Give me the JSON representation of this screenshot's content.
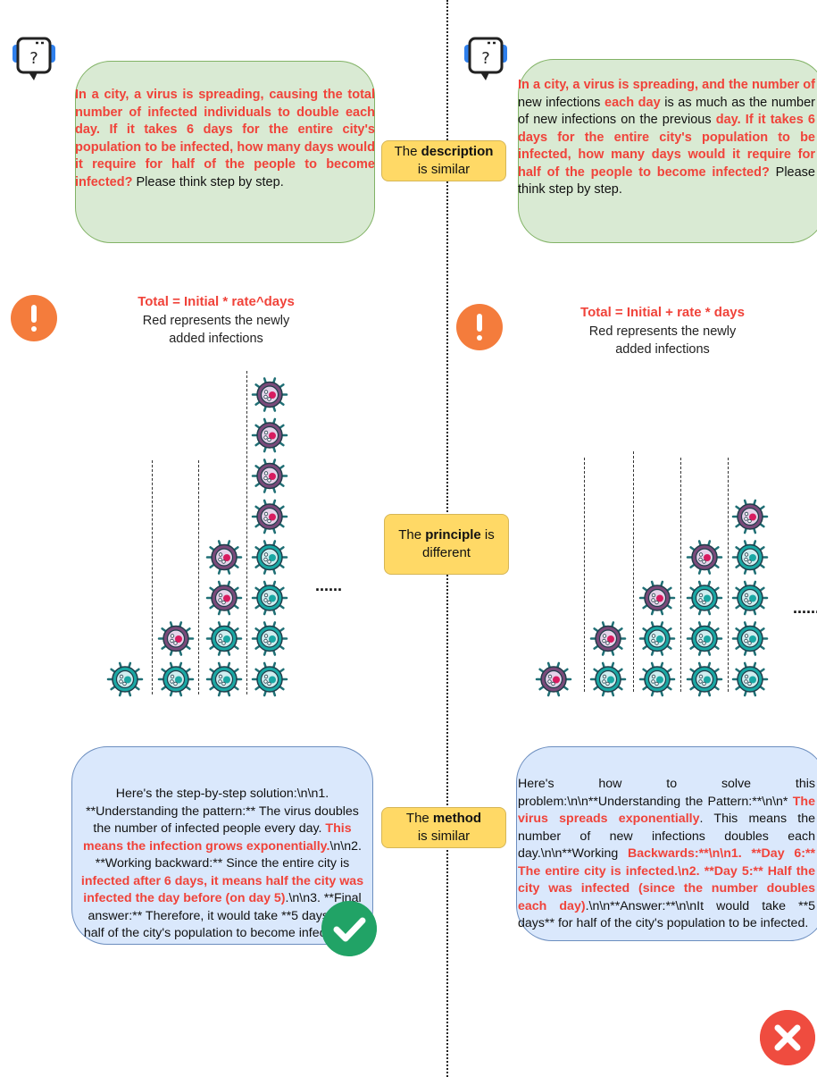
{
  "left": {
    "question": [
      {
        "t": "In a city, a virus is spreading, causing the total number of infected individuals to double each day. If it takes 6 days for the entire city's population to be infected, how many days would it require for half of the people to become infected?",
        "red": true
      },
      {
        "t": " Please think step by step.",
        "red": false
      }
    ],
    "formula": "Total = Initial * rate^days",
    "formula_note": "Red represents the newly added infections",
    "ellipsis": "......",
    "answer": [
      {
        "t": "Here's the step-by-step solution:\\n\\n1. **Understanding the pattern:** The virus doubles the number of infected people every day. ",
        "red": false
      },
      {
        "t": "This means the infection grows exponentially.",
        "red": true
      },
      {
        "t": "\\n\\n2. **Working backward:** Since the entire city is ",
        "red": false
      },
      {
        "t": "infected after 6 days, it means half the city was infected the day before (on day 5)",
        "red": true
      },
      {
        "t": ".\\n\\n3. **Final answer:** Therefore, it would take **5 days** for half of the city's population to become infected. \\n",
        "red": false
      }
    ],
    "verdict_icon": "check-icon"
  },
  "right": {
    "question": [
      {
        "t": "In a city, a virus is spreading, and the number of",
        "red": true
      },
      {
        "t": " new infections ",
        "red": false
      },
      {
        "t": "each day",
        "red": true
      },
      {
        "t": " is as much as the number of new infections on the previous ",
        "red": false
      },
      {
        "t": "day. If it takes 6 days for the entire city's population to be infected, how many days would it require for half of the people to become infected?",
        "red": true
      },
      {
        "t": " Please think step by step.",
        "red": false
      }
    ],
    "formula": "Total = Initial + rate * days",
    "formula_note": "Red represents the newly added infections",
    "ellipsis": "......",
    "answer": [
      {
        "t": "Here's how to solve this problem:\\n\\n**Understanding the Pattern:**\\n\\n* ",
        "red": false
      },
      {
        "t": "The virus spreads exponentially",
        "red": true
      },
      {
        "t": ". This means the number of new infections doubles each day.\\n\\n**Working ",
        "red": false
      },
      {
        "t": "Backwards:**\\n\\n1. **Day 6:** The entire city is infected.\\n2. **Day 5:** Half the city was infected (since the number doubles each day)",
        "red": true
      },
      {
        "t": ".\\n\\n**Answer:**\\n\\nIt would take **5 days** for half of the city's population to be infected.",
        "red": false
      }
    ],
    "verdict_icon": "cross-icon"
  },
  "middle": {
    "description": {
      "pre": "The ",
      "bold": "description",
      "post": " is similar"
    },
    "principle": {
      "pre": "The ",
      "bold": "principle",
      "post": " is different"
    },
    "method": {
      "pre": "The ",
      "bold": "method",
      "post": " is similar"
    }
  },
  "diagram": {
    "left_columns": [
      {
        "normal": 1,
        "new": 0
      },
      {
        "normal": 1,
        "new": 1
      },
      {
        "normal": 2,
        "new": 2
      },
      {
        "normal": 4,
        "new": 4
      }
    ],
    "right_columns": [
      {
        "normal": 0,
        "new": 1
      },
      {
        "normal": 1,
        "new": 1
      },
      {
        "normal": 2,
        "new": 1
      },
      {
        "normal": 3,
        "new": 1
      },
      {
        "normal": 4,
        "new": 1
      }
    ]
  },
  "colors": {
    "red": "#f0433a",
    "virus_teal": "#1aa8a4",
    "virus_new": "#d81b60",
    "virus_body": "#7a4a7a"
  }
}
